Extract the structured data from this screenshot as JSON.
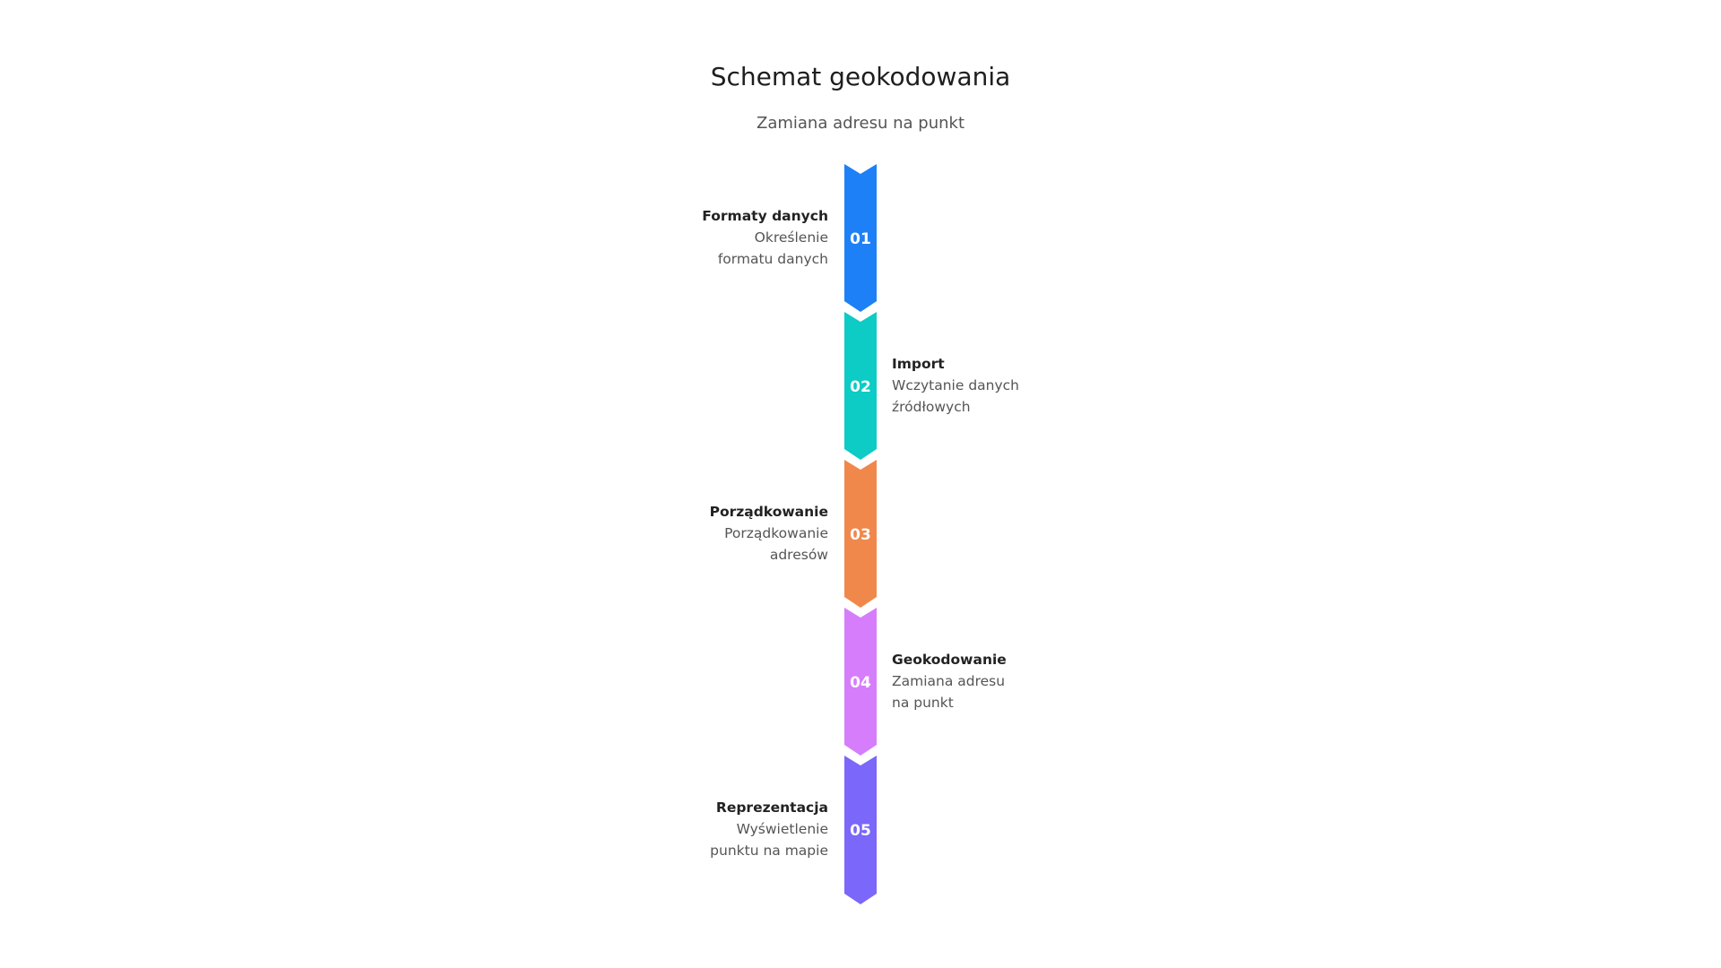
{
  "header": {
    "title": "Schemat geokodowania",
    "subtitle": "Zamiana adresu na punkt"
  },
  "steps": [
    {
      "number": "01",
      "title": "Formaty danych",
      "desc_line1": "Określenie",
      "desc_line2": "formatu danych",
      "color": "#1e80f6",
      "side": "left"
    },
    {
      "number": "02",
      "title": "Import",
      "desc_line1": "Wczytanie danych",
      "desc_line2": "źródłowych",
      "color": "#0dcbc5",
      "side": "right"
    },
    {
      "number": "03",
      "title": "Porządkowanie",
      "desc_line1": "Porządkowanie",
      "desc_line2": "adresów",
      "color": "#f0884c",
      "side": "left"
    },
    {
      "number": "04",
      "title": "Geokodowanie",
      "desc_line1": "Zamiana adresu",
      "desc_line2": "na punkt",
      "color": "#d67dfb",
      "side": "right"
    },
    {
      "number": "05",
      "title": "Reprezentacja",
      "desc_line1": "Wyświetlenie",
      "desc_line2": "punktu na mapie",
      "color": "#7b67f9",
      "side": "left"
    }
  ]
}
